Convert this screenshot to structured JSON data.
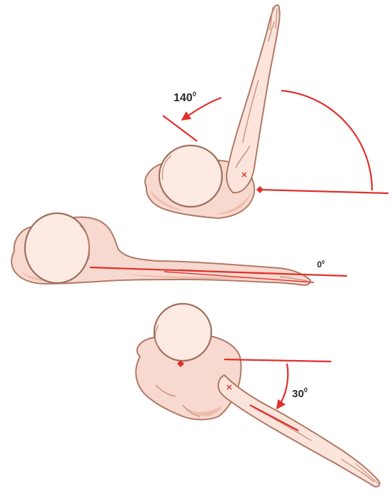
{
  "figure": {
    "labels": {
      "flexion": {
        "value": "140",
        "unit": "0"
      },
      "neutral": {
        "value": "0",
        "unit": "0"
      },
      "extension": {
        "value": "30",
        "unit": "0"
      }
    },
    "colors": {
      "reference_line": "#e0302c",
      "skin": "#f8d9cf",
      "outline": "#b07a66"
    }
  }
}
